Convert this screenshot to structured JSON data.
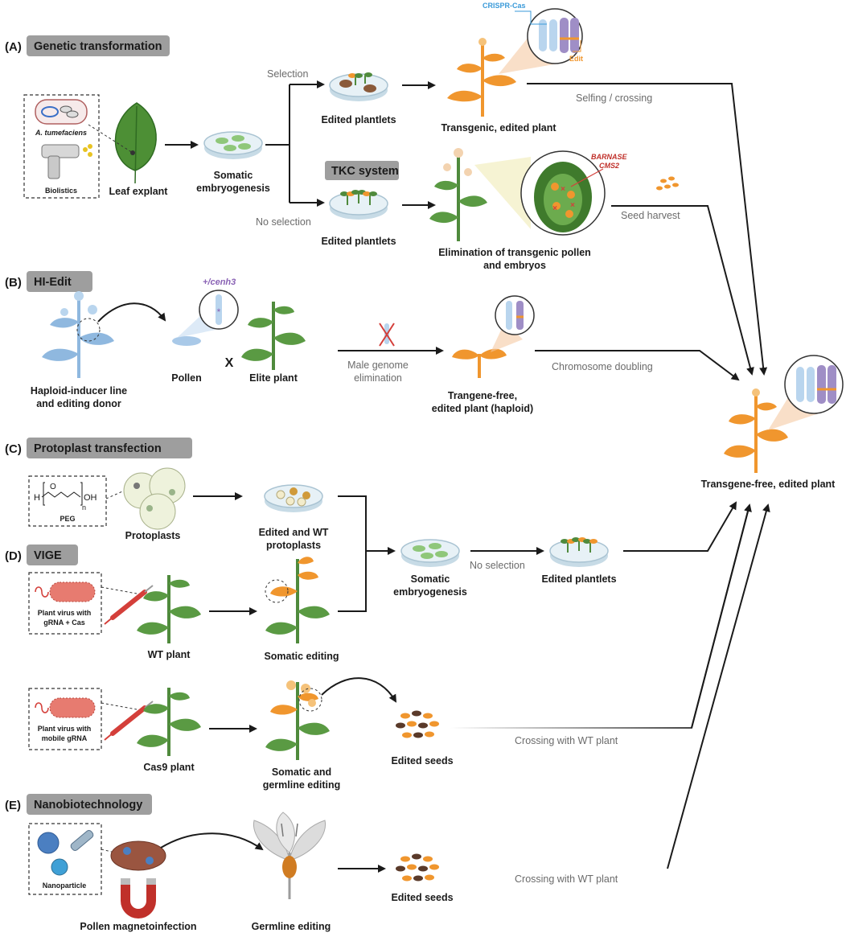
{
  "sections": {
    "a": {
      "letter": "(A)",
      "title": "Genetic transformation"
    },
    "b": {
      "letter": "(B)",
      "title": "HI-Edit"
    },
    "c": {
      "letter": "(C)",
      "title": "Protoplast transfection"
    },
    "d": {
      "letter": "(D)",
      "title": "VIGE"
    },
    "e": {
      "letter": "(E)",
      "title": "Nanobiotechnology"
    }
  },
  "a": {
    "agro": "A. tumefaciens",
    "biolistics": "Biolistics",
    "leaf": "Leaf explant",
    "se1": "Somatic",
    "se2": "embryogenesis",
    "selection": "Selection",
    "no_selection": "No selection",
    "edited_plantlets": "Edited plantlets",
    "transgenic": "Transgenic, edited plant",
    "crispr": "CRISPR-Cas",
    "edit": "Edit",
    "selfing": "Selfing / crossing",
    "tkc": "TKC system",
    "edited_plantlets2": "Edited plantlets",
    "barnase": "BARNASE",
    "cms2": "CMS2",
    "elim1": "Elimination of transgenic pollen",
    "elim2": "and embryos",
    "seed_harvest": "Seed harvest"
  },
  "b": {
    "genotype": "+/cenh3",
    "hi1": "Haploid-inducer line",
    "hi2": "and editing donor",
    "pollen": "Pollen",
    "cross": "X",
    "elite": "Elite plant",
    "mge1": "Male genome",
    "mge2": "elimination",
    "tf1": "Trangene-free,",
    "tf2": "edited plant (haploid)",
    "doubling": "Chromosome doubling"
  },
  "final": "Transgene-free, edited plant",
  "c": {
    "peg": "PEG",
    "h": "H",
    "o": "O",
    "oh": "OH",
    "n": "n",
    "protoplasts": "Protoplasts",
    "ewt1": "Edited and WT",
    "ewt2": "protoplasts",
    "se1": "Somatic",
    "se2": "embryogenesis",
    "no_selection": "No selection",
    "edited_plantlets": "Edited plantlets"
  },
  "d": {
    "virus1a": "Plant virus with",
    "virus1b": "gRNA + Cas",
    "wt_plant": "WT plant",
    "somatic_editing": "Somatic editing",
    "virus2a": "Plant virus with",
    "virus2b": "mobile gRNA",
    "cas9_plant": "Cas9 plant",
    "sg1": "Somatic and",
    "sg2": "germline editing",
    "edited_seeds": "Edited seeds",
    "crossing": "Crossing with WT plant"
  },
  "e": {
    "nanoparticle": "Nanoparticle",
    "magneto": "Pollen magnetoinfection",
    "germline": "Germline editing",
    "edited_seeds": "Edited seeds",
    "crossing": "Crossing with WT plant"
  },
  "colors": {
    "banner": "#9e9e9e",
    "orange": "#f0962e",
    "green": "#4f8a3c",
    "leaf_green": "#5a9a43",
    "blue_plant": "#8fb8df",
    "red": "#d43f3a",
    "purple": "#8a63b5",
    "arrow": "#1a1a1a",
    "gray_text": "#6b6b6b"
  }
}
